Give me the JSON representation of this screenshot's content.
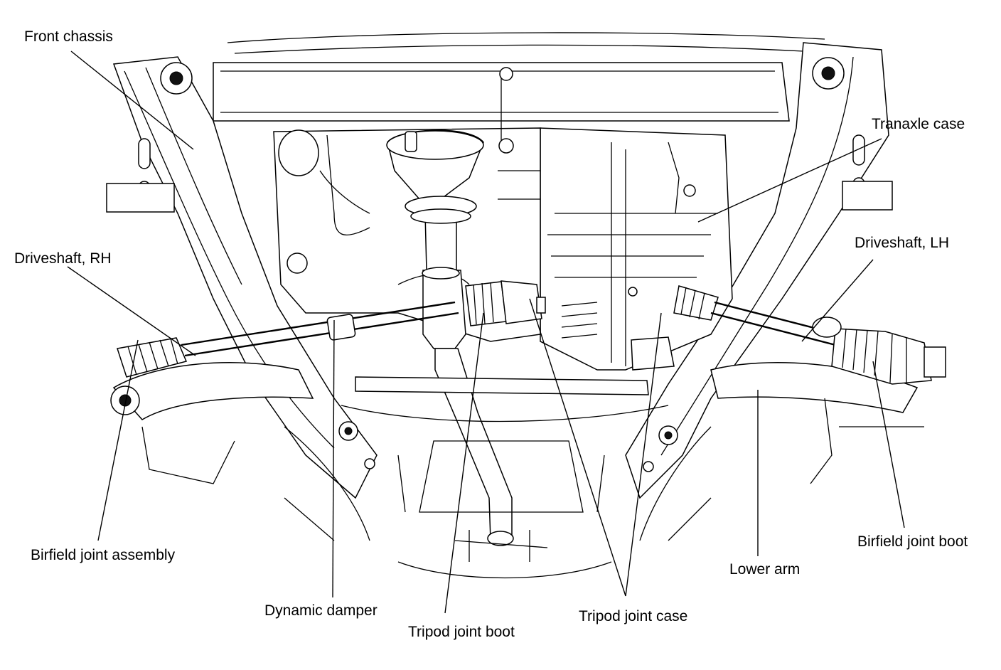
{
  "labels": {
    "front_chassis": "Front chassis",
    "tranaxle_case": "Tranaxle case",
    "driveshaft_rh": "Driveshaft, RH",
    "driveshaft_lh": "Driveshaft, LH",
    "birfield_joint_assembly": "Birfield joint assembly",
    "birfield_joint_boot": "Birfield joint boot",
    "lower_arm": "Lower arm",
    "dynamic_damper": "Dynamic damper",
    "tripod_joint_boot": "Tripod joint boot",
    "tripod_joint_case": "Tripod joint case"
  }
}
